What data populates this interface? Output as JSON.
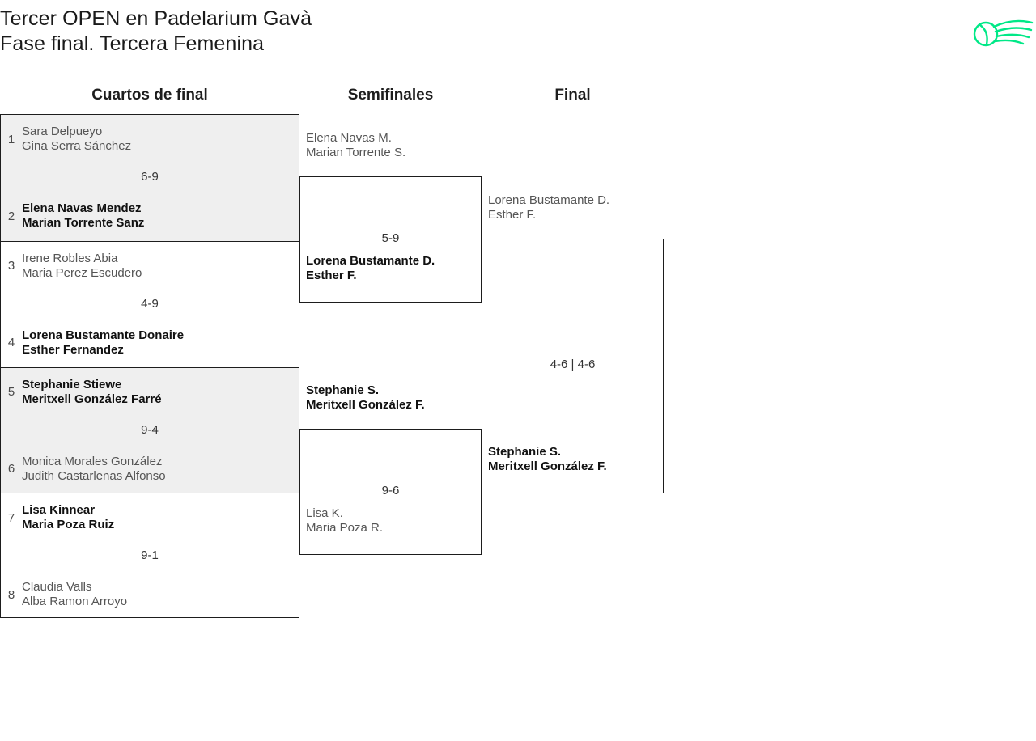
{
  "header": {
    "title_line1": "Tercer OPEN en Padelarium Gavà",
    "title_line2": "Fase final. Tercera Femenina",
    "logo_color": "#00e887",
    "logo_name": "padelarium-ball-swoosh-logo"
  },
  "rounds": {
    "quarterfinals_label": "Cuartos de final",
    "semifinals_label": "Semifinales",
    "final_label": "Final"
  },
  "colors": {
    "shaded_row": "#efefef",
    "border": "#1d1d1d",
    "winner_text": "#111111",
    "loser_text": "#555555",
    "seed_text": "#4a4a4a"
  },
  "quarterfinals": [
    {
      "score": "6-9",
      "top": {
        "seed": "1",
        "p1": "Sara Delpueyo",
        "p2": "Gina Serra Sánchez",
        "result": "loser"
      },
      "bottom": {
        "seed": "2",
        "p1": "Elena Navas Mendez",
        "p2": "Marian Torrente Sanz",
        "result": "winner"
      }
    },
    {
      "score": "4-9",
      "top": {
        "seed": "3",
        "p1": "Irene Robles Abia",
        "p2": "Maria Perez Escudero",
        "result": "loser"
      },
      "bottom": {
        "seed": "4",
        "p1": "Lorena Bustamante Donaire",
        "p2": "Esther Fernandez",
        "result": "winner"
      }
    },
    {
      "score": "9-4",
      "top": {
        "seed": "5",
        "p1": "Stephanie Stiewe",
        "p2": "Meritxell González Farré",
        "result": "winner"
      },
      "bottom": {
        "seed": "6",
        "p1": "Monica Morales González",
        "p2": "Judith Castarlenas Alfonso",
        "result": "loser"
      }
    },
    {
      "score": "9-1",
      "top": {
        "seed": "7",
        "p1": "Lisa Kinnear",
        "p2": "Maria Poza Ruiz",
        "result": "winner"
      },
      "bottom": {
        "seed": "8",
        "p1": "Claudia Valls",
        "p2": "Alba Ramon Arroyo",
        "result": "loser"
      }
    }
  ],
  "semifinals": [
    {
      "score": "5-9",
      "top": {
        "p1": "Elena Navas M.",
        "p2": "Marian Torrente S.",
        "result": "loser"
      },
      "bottom": {
        "p1": "Lorena Bustamante D.",
        "p2": "Esther F.",
        "result": "winner"
      }
    },
    {
      "score": "9-6",
      "top": {
        "p1": "Stephanie S.",
        "p2": "Meritxell González F.",
        "result": "winner"
      },
      "bottom": {
        "p1": "Lisa K.",
        "p2": "Maria Poza R.",
        "result": "loser"
      }
    }
  ],
  "final": {
    "score": "4-6 | 4-6",
    "top": {
      "p1": "Lorena Bustamante D.",
      "p2": "Esther F.",
      "result": "loser"
    },
    "bottom": {
      "p1": "Stephanie S.",
      "p2": "Meritxell González F.",
      "result": "winner"
    }
  }
}
